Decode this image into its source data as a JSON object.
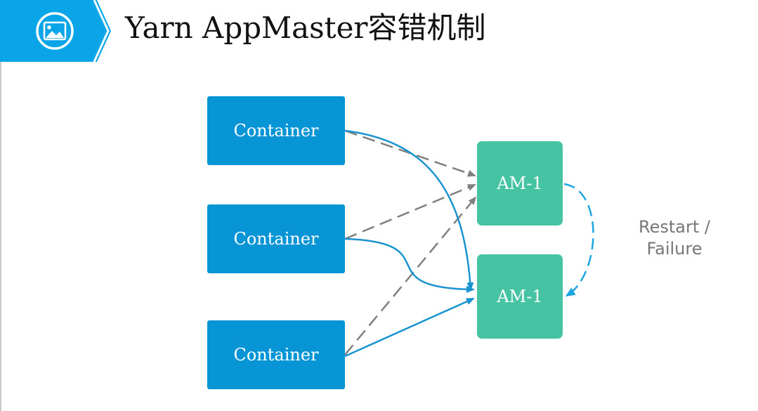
{
  "header": {
    "title": "Yarn AppMaster容错机制",
    "icon": "image-icon",
    "accent_color": "#0aa5e8"
  },
  "diagram": {
    "containers": [
      {
        "label": "Container"
      },
      {
        "label": "Container"
      },
      {
        "label": "Container"
      }
    ],
    "app_masters": [
      {
        "label": "AM-1"
      },
      {
        "label": "AM-1"
      }
    ],
    "restart_label_line1": "Restart /",
    "restart_label_line2": "Failure",
    "colors": {
      "container": "#0895d5",
      "am": "#45c3a2",
      "solid_edge": "#1a93d1",
      "dashed_edge": "#808080",
      "restart_edge": "#1ca5e3"
    }
  }
}
